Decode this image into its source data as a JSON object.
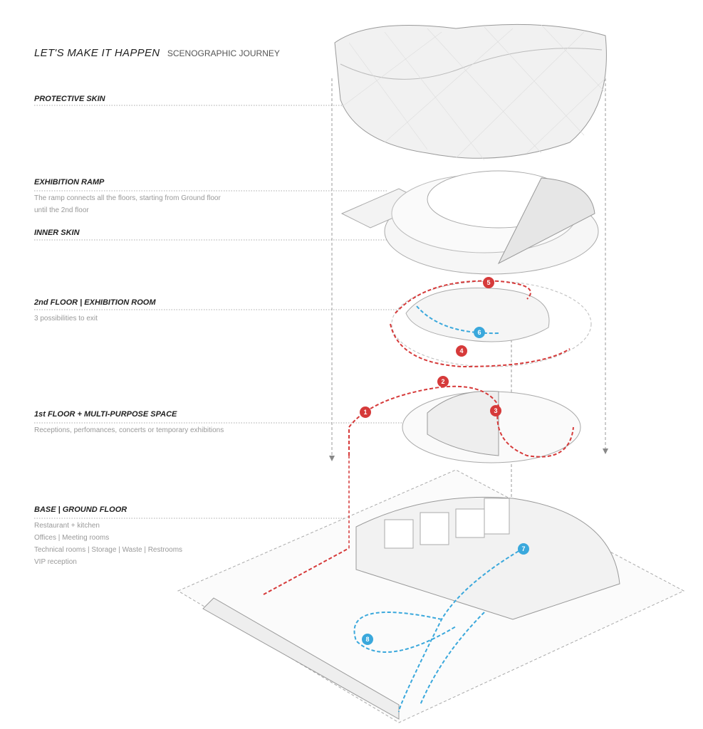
{
  "title": {
    "main": "LET'S MAKE IT HAPPEN",
    "sub": "SCENOGRAPHIC JOURNEY"
  },
  "layers": [
    {
      "heading": "PROTECTIVE SKIN",
      "lines": []
    },
    {
      "heading": "EXHIBITION RAMP",
      "lines": [
        "The ramp connects all the floors, starting from Ground floor",
        "until the 2nd floor"
      ]
    },
    {
      "heading": "INNER SKIN",
      "lines": []
    },
    {
      "heading": "2nd FLOOR | EXHIBITION ROOM",
      "lines": [
        "3 possibilities to exit"
      ]
    },
    {
      "heading": "1st FLOOR + MULTI-PURPOSE  SPACE",
      "lines": [
        "Receptions, perfomances, concerts or temporary exhibitions"
      ]
    },
    {
      "heading": "BASE | GROUND FLOOR",
      "lines": [
        "Restaurant + kitchen",
        "Offices | Meeting rooms",
        "Technical rooms | Storage | Waste | Restrooms",
        "VIP reception"
      ]
    }
  ],
  "markers": [
    {
      "n": "1",
      "route": "red"
    },
    {
      "n": "2",
      "route": "red"
    },
    {
      "n": "3",
      "route": "red"
    },
    {
      "n": "4",
      "route": "red"
    },
    {
      "n": "5",
      "route": "red"
    },
    {
      "n": "6",
      "route": "blue"
    },
    {
      "n": "7",
      "route": "blue"
    },
    {
      "n": "8",
      "route": "blue"
    }
  ],
  "colors": {
    "red_route": "#d63a3a",
    "blue_route": "#3aa8dc",
    "text": "#222222",
    "subtext": "#999999"
  }
}
